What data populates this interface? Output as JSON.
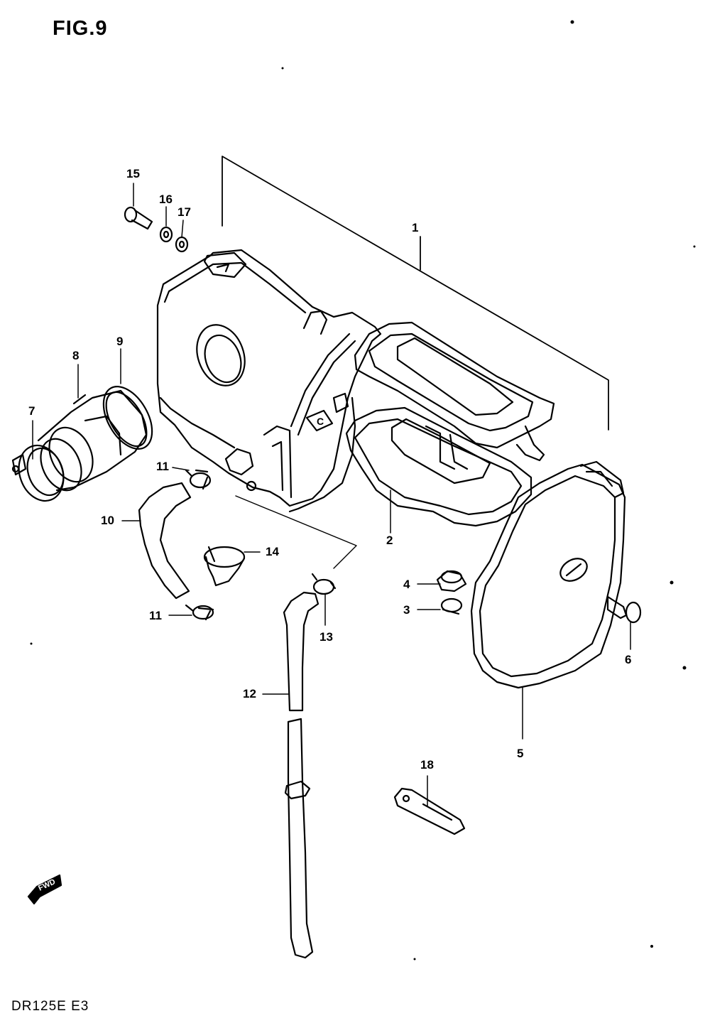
{
  "figure": {
    "title": "FIG.9",
    "model_code": "DR125E E3",
    "fwd_arrow_label": "FWD"
  },
  "callouts": {
    "c1": "1",
    "c2": "2",
    "c3": "3",
    "c4": "4",
    "c5": "5",
    "c6": "6",
    "c7": "7",
    "c8": "8",
    "c9": "9",
    "c10": "10",
    "c11a": "11",
    "c11b": "11",
    "c12": "12",
    "c13": "13",
    "c14": "14",
    "c15": "15",
    "c16": "16",
    "c17": "17",
    "c18": "18"
  }
}
